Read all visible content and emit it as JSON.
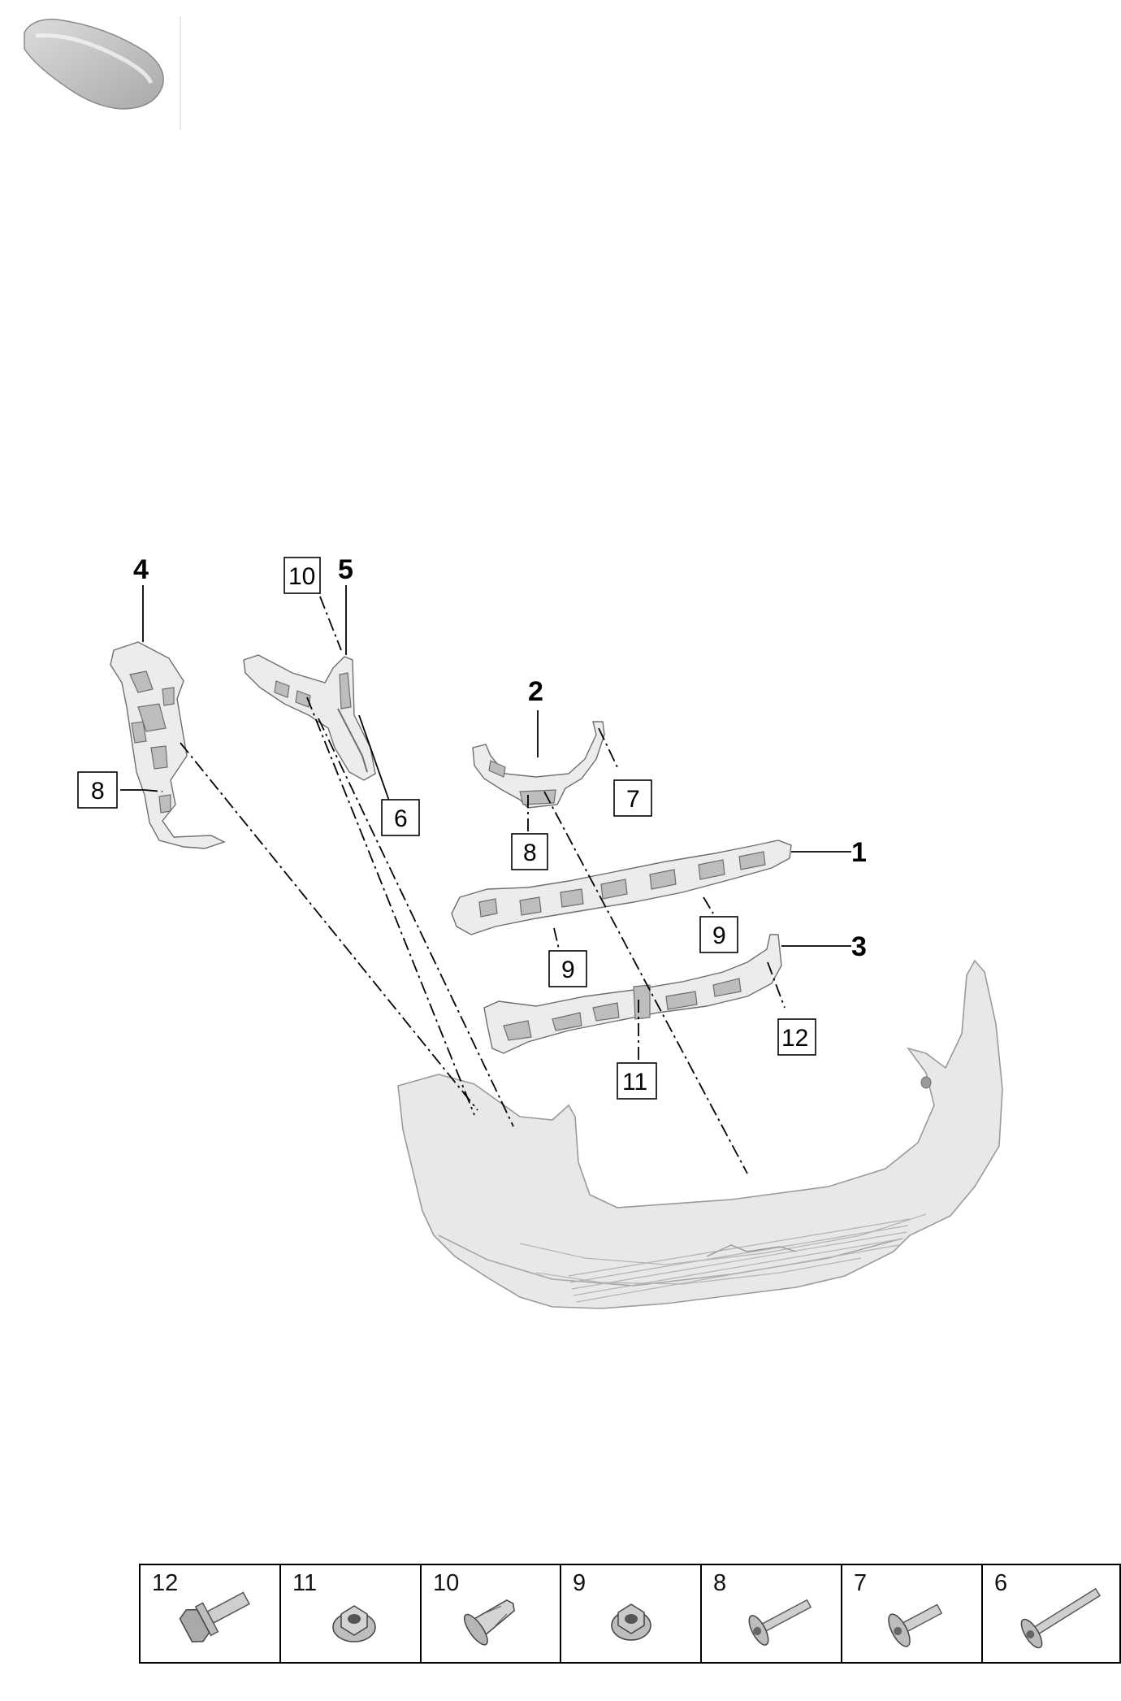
{
  "callouts": {
    "c1": "1",
    "c2": "2",
    "c3": "3",
    "c4": "4",
    "c5": "5",
    "b6": "6",
    "b7": "7",
    "b8a": "8",
    "b8b": "8",
    "b9a": "9",
    "b9b": "9",
    "b10": "10",
    "b11": "11",
    "b12": "12"
  },
  "legend": [
    {
      "number": "12",
      "icon": "flange-bolt-icon"
    },
    {
      "number": "11",
      "icon": "flange-nut-icon"
    },
    {
      "number": "10",
      "icon": "expanding-clip-icon"
    },
    {
      "number": "9",
      "icon": "hex-nut-icon"
    },
    {
      "number": "8",
      "icon": "torx-screw-icon"
    },
    {
      "number": "7",
      "icon": "torx-screw-icon"
    },
    {
      "number": "6",
      "icon": "long-torx-screw-icon"
    }
  ]
}
